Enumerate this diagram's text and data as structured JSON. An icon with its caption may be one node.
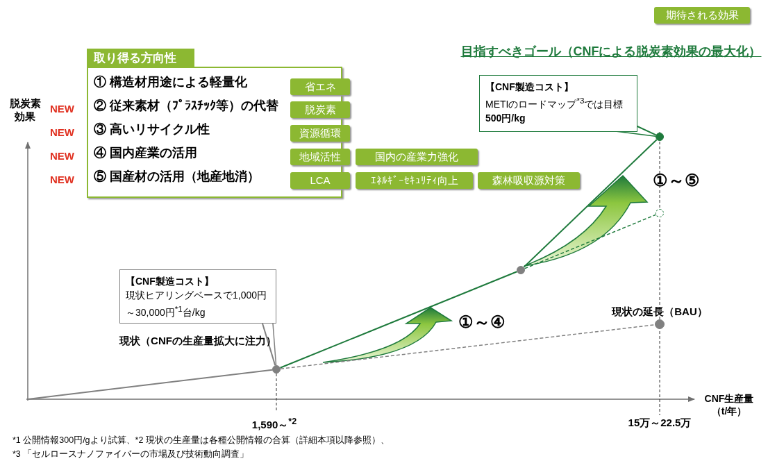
{
  "diagram": {
    "nodes": [
      {
        "text": [],
        "shape": "circle",
        "beside": [
          "現状（CNFの生産量拡大に注力）"
        ]
      },
      {
        "text": [],
        "shape": "circle"
      },
      {
        "text": [],
        "shape": "circle"
      },
      {
        "text": [],
        "shape": "circle"
      },
      {
        "text": [],
        "shape": "circle",
        "beside": [
          "現状の延長（BAU）"
        ]
      },
      {
        "text": [
          "【CNF製造コスト】",
          "現状ヒアリングベースで1,000円～30,000円$^{*1}$台/kg"
        ]
      },
      {
        "text": [
          "【CNF製造コスト】",
          "METIのロードマップ$^{*3}$では目標**500円/kg**"
        ]
      },
      {
        "text": [
          "取り得る方向性",
          "① 構造材用途による軽量化",
          "② 従来素材（ﾌﾟﾗｽﾁｯｸ等）の代替",
          "③ 高いリサイクル性",
          "④ 国内産業の活用",
          "⑤ 国産材の活用（地産地消）"
        ]
      },
      {
        "text": [
          "省エネ"
        ]
      },
      {
        "text": [
          "脱炭素"
        ]
      },
      {
        "text": [
          "資源循環"
        ]
      },
      {
        "text": [
          "地域活性"
        ]
      },
      {
        "text": [
          "国内の産業力強化"
        ]
      },
      {
        "text": [
          "LCA"
        ]
      },
      {
        "text": [
          "ｴﾈﾙｷﾞｰｾｷｭﾘﾃｨ向上"
        ]
      },
      {
        "text": [
          "森林吸収源対策"
        ]
      },
      {
        "text": [
          "期待される効果"
        ]
      }
    ],
    "edges": [
      {
        "from": null,
        "to": 0,
        "arrow": "none",
        "color": "#808080"
      },
      {
        "from": 0,
        "to": 1,
        "arrow": "none",
        "color": "#1e7a3c"
      },
      {
        "from": 1,
        "to": 2,
        "arrow": "none",
        "color": "#1e7a3c"
      },
      {
        "from": 1,
        "to": 3,
        "arrow": "none",
        "style": "dashed",
        "color": "#1e7a3c"
      },
      {
        "from": 0,
        "to": 4,
        "arrow": "none",
        "style": "dashed",
        "color": "#808080"
      },
      {
        "from": 5,
        "to": 0,
        "arrow": "none",
        "color": "#808080"
      },
      {
        "from": 6,
        "to": 2,
        "arrow": "none",
        "color": "#1e7a3c"
      }
    ],
    "labels": [
      "目指すべきゴール（CNFによる脱炭素効果の最大化）",
      "脱炭素効果",
      "NEW",
      "NEW",
      "NEW",
      "NEW",
      "①～⑤",
      "①～④",
      "CNF生産量（t/年）",
      "1,590～$^{*2}$",
      "15万～22.5万",
      "*1 公開情報300円/gより試算、*2 現状の生産量は各種公開情報の合算（詳細本項以降参照）、",
      "*3 「セルロースナノファイバーの市場及び技術動向調査」"
    ]
  }
}
